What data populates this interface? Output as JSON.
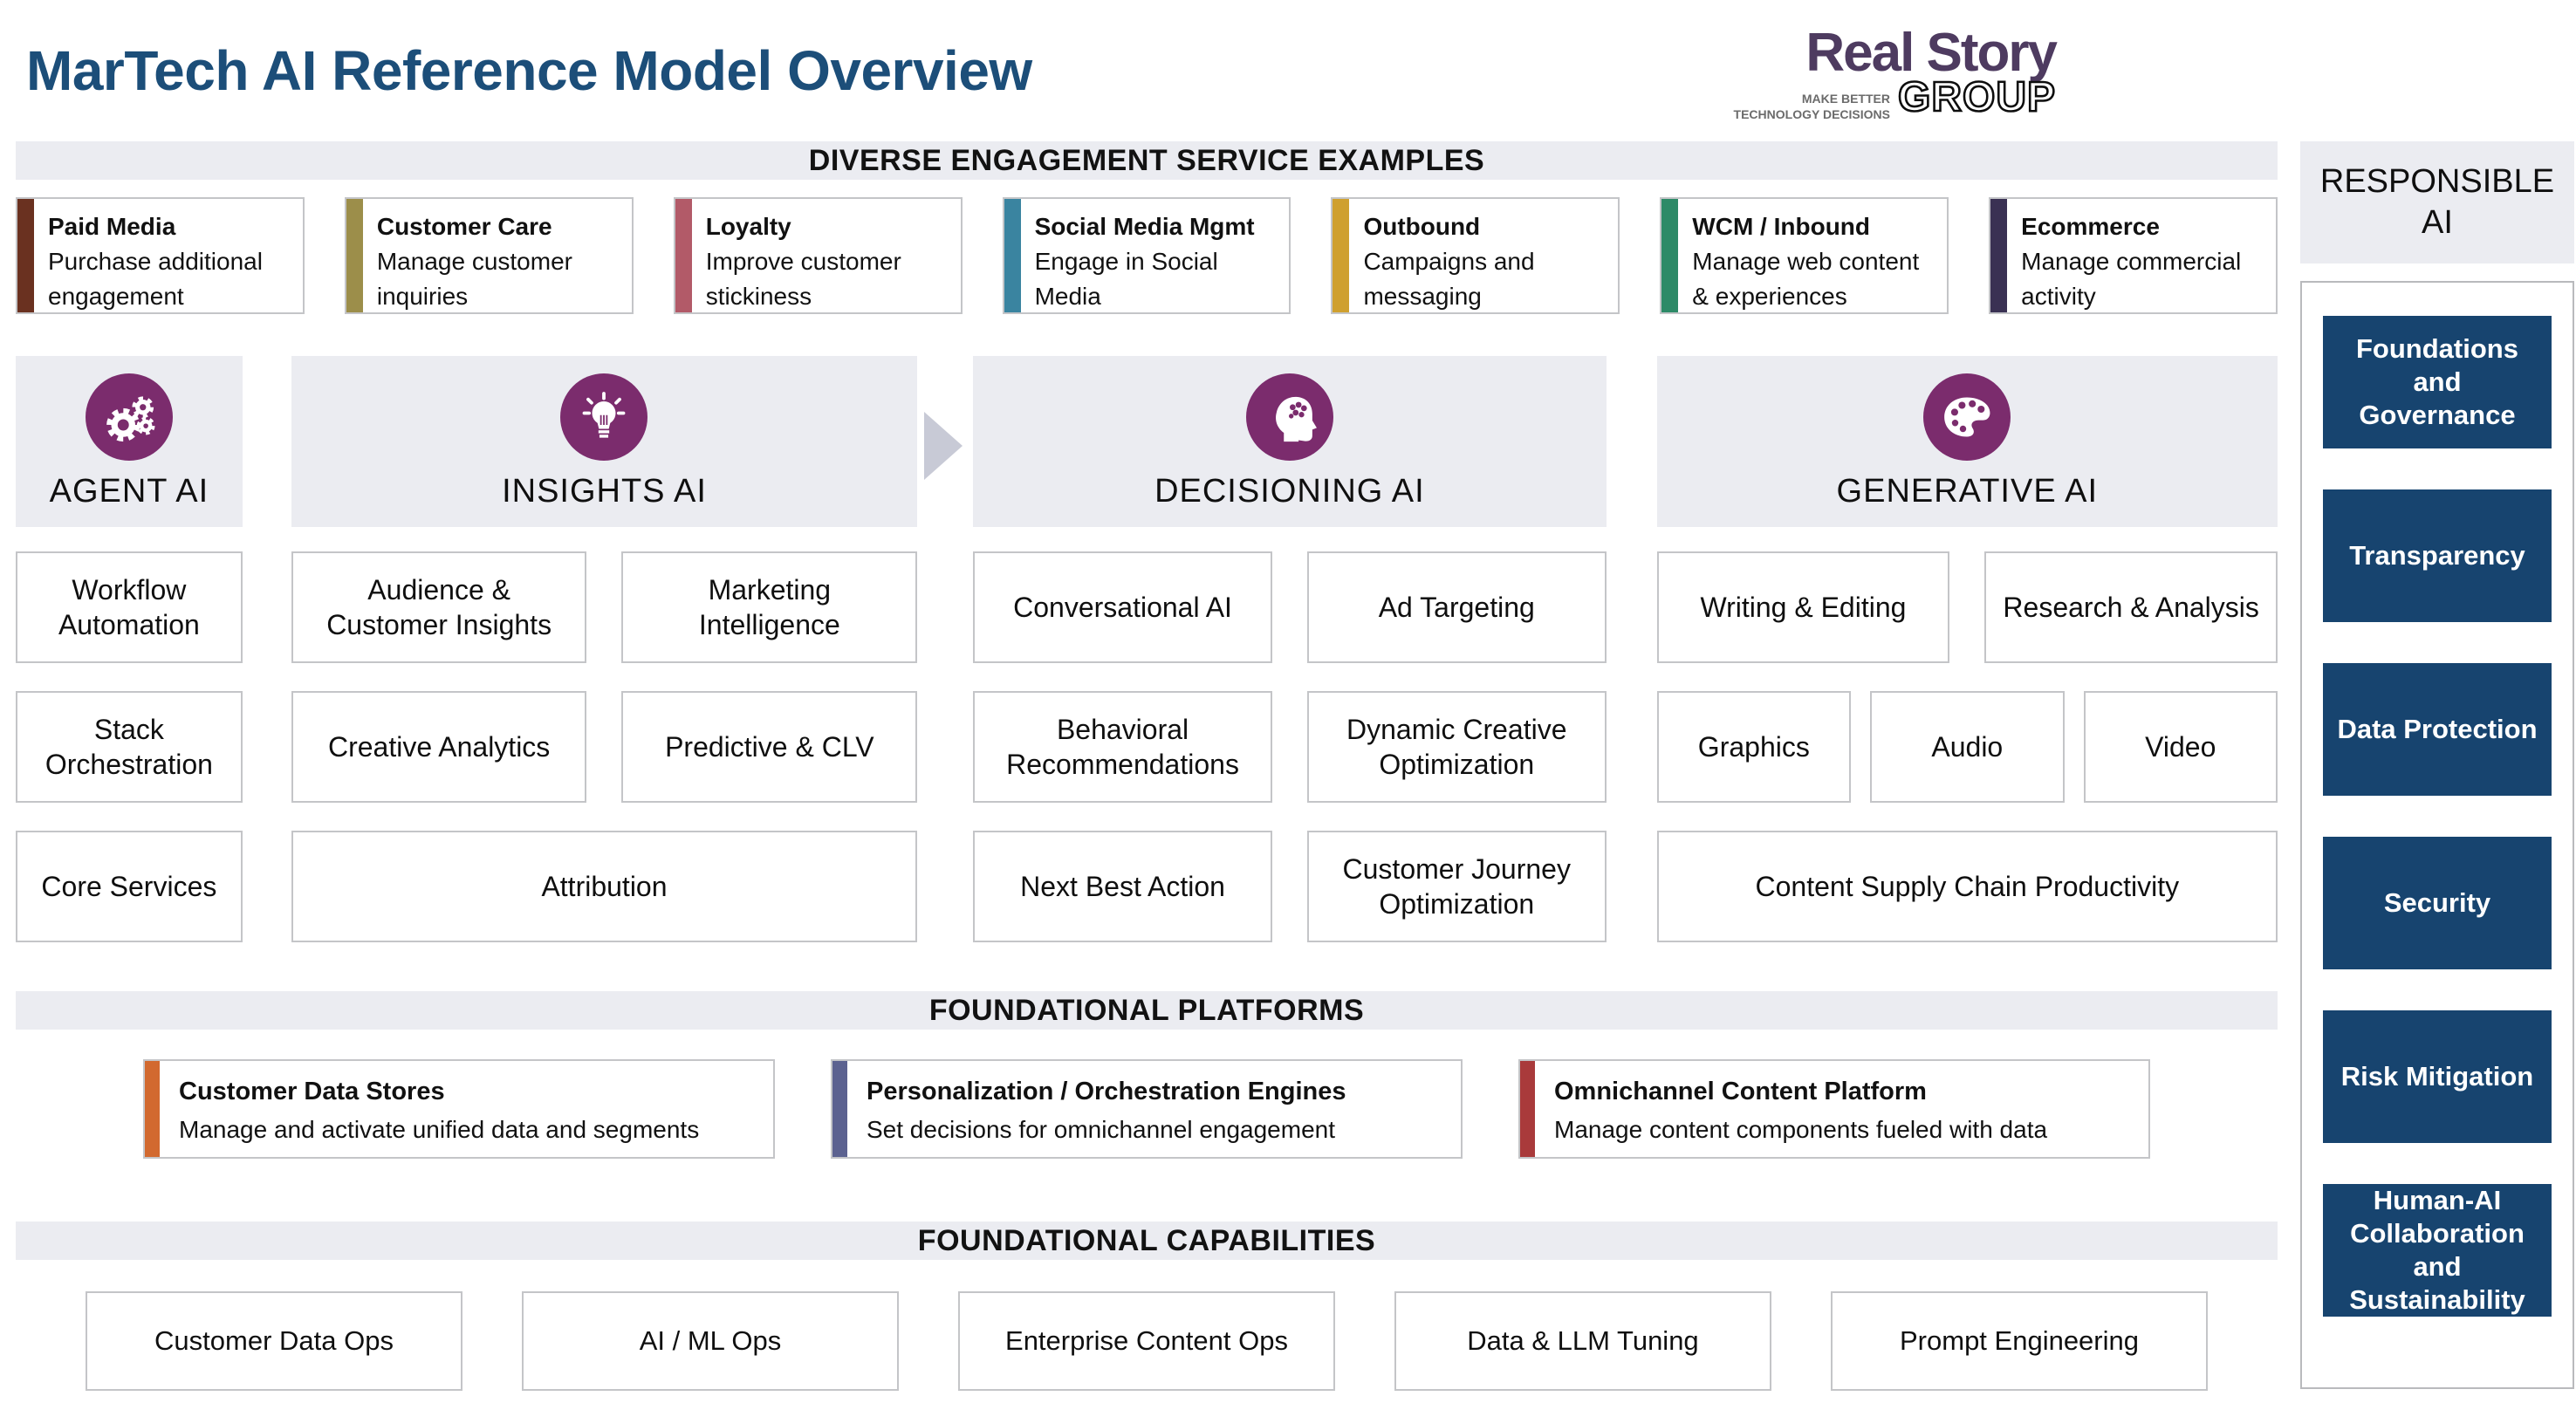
{
  "title": "MarTech AI Reference Model Overview",
  "logo": {
    "name": "Real Story",
    "group": "GROUP",
    "tagline_line1": "MAKE BETTER",
    "tagline_line2": "TECHNOLOGY DECISIONS"
  },
  "colors": {
    "title_blue": "#1C4E79",
    "navy": "#17446F",
    "purple_circle": "#7B2C6D",
    "panel_gray": "#EBECF1",
    "border_gray": "#C4C5C8",
    "arrow_gray": "#C8CAD6",
    "logo_purple": "#4E3B60"
  },
  "engagement": {
    "header": "DIVERSE ENGAGEMENT SERVICE EXAMPLES",
    "items": [
      {
        "title": "Paid Media",
        "desc": "Purchase additional engagement",
        "color": "#6A3120"
      },
      {
        "title": "Customer Care",
        "desc": "Manage customer inquiries",
        "color": "#9C8E4A"
      },
      {
        "title": "Loyalty",
        "desc": "Improve customer stickiness",
        "color": "#B25A68"
      },
      {
        "title": "Social Media Mgmt",
        "desc": "Engage in Social Media",
        "color": "#3A84A0"
      },
      {
        "title": "Outbound",
        "desc": "Campaigns and messaging",
        "color": "#CFA02F"
      },
      {
        "title": "WCM / Inbound",
        "desc": "Manage web content & experiences",
        "color": "#2D8A67"
      },
      {
        "title": "Ecommerce",
        "desc": "Manage commercial activity",
        "color": "#3A3153"
      }
    ]
  },
  "agent_ai": {
    "label": "AGENT AI",
    "icon": "gears-icon",
    "cells": [
      "Workflow Automation",
      "Stack Orchestration",
      "Core Services"
    ]
  },
  "insights_ai": {
    "label": "INSIGHTS AI",
    "icon": "lightbulb-icon",
    "cells": [
      "Audience & Customer Insights",
      "Marketing Intelligence",
      "Creative Analytics",
      "Predictive & CLV",
      "Attribution"
    ]
  },
  "decisioning_ai": {
    "label": "DECISIONING AI",
    "icon": "head-brain-icon",
    "cells": [
      "Conversational AI",
      "Ad Targeting",
      "Behavioral Recommendations",
      "Dynamic Creative Optimization",
      "Next Best Action",
      "Customer Journey Optimization"
    ]
  },
  "generative_ai": {
    "label": "GENERATIVE AI",
    "icon": "palette-icon",
    "cells": [
      "Writing & Editing",
      "Research & Analysis",
      "Graphics",
      "Audio",
      "Video",
      "Content Supply Chain Productivity"
    ]
  },
  "platforms": {
    "header": "FOUNDATIONAL PLATFORMS",
    "items": [
      {
        "title": "Customer Data Stores",
        "desc": "Manage and activate unified data and segments",
        "color": "#D2692F"
      },
      {
        "title": "Personalization / Orchestration Engines",
        "desc": "Set decisions for omnichannel engagement",
        "color": "#5C6290"
      },
      {
        "title": "Omnichannel Content Platform",
        "desc": "Manage content components fueled with data",
        "color": "#A93A3B"
      }
    ]
  },
  "capabilities": {
    "header": "FOUNDATIONAL CAPABILITIES",
    "items": [
      "Customer Data Ops",
      "AI / ML Ops",
      "Enterprise Content Ops",
      "Data & LLM Tuning",
      "Prompt Engineering"
    ]
  },
  "responsible_ai": {
    "header": "RESPONSIBLE AI",
    "items": [
      "Foundations and Governance",
      "Transparency",
      "Data Protection",
      "Security",
      "Risk Mitigation",
      "Human-AI Collaboration and Sustainability"
    ]
  }
}
